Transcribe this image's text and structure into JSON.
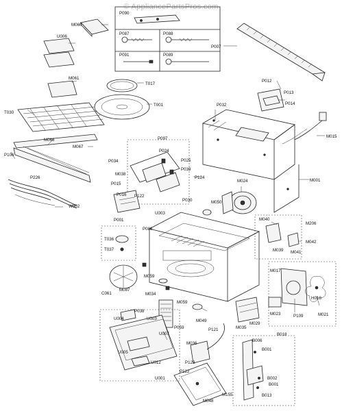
{
  "watermark": "© AppliancePartsPros.com",
  "labels": {
    "M060": "M060",
    "P090": "P090",
    "U006": "U006",
    "P087": "P087",
    "P088": "P088",
    "P091": "P091",
    "P089": "P089",
    "P007": "P007",
    "M061": "M061",
    "T017": "T017",
    "T001": "T001",
    "T030": "T030",
    "P012": "P012",
    "P013": "P013",
    "P014": "P014",
    "P032": "P032",
    "M015": "M015",
    "M068": "M068",
    "M067": "M067",
    "P106": "P106",
    "P226": "P226",
    "W002": "W002",
    "P097": "P097",
    "P024": "P024",
    "P034": "P034",
    "P025": "P025",
    "M038": "M038",
    "P039": "P039",
    "P124": "P124",
    "P015": "P015",
    "P016": "P016",
    "P122a": "P122",
    "P030": "P030",
    "M024": "M024",
    "M001": "M001",
    "M050": "M050",
    "U003a": "U003",
    "P001": "P001",
    "P086": "P086",
    "T036": "T036",
    "T037": "T037",
    "M040": "M040",
    "M206": "M206",
    "M039": "M039",
    "M042": "M042",
    "M041": "M041",
    "M017": "M017",
    "C061": "C061",
    "M087": "M087",
    "M059a": "M059",
    "M034": "M034",
    "M059b": "M059",
    "H018": "H018",
    "M021": "M021",
    "M049": "M049",
    "M023": "M023",
    "P109": "P109",
    "M029": "M029",
    "M035": "M035",
    "P038": "P038",
    "U004": "U004",
    "U003b": "U003",
    "P059": "P059",
    "P121": "P121",
    "U007": "U007",
    "B018": "B018",
    "M036": "M036",
    "B006": "B006",
    "B001a": "B001",
    "U005": "U005",
    "U012": "U012",
    "P123": "P123",
    "P122b": "P122",
    "U001": "U001",
    "B002": "B002",
    "B001b": "B001",
    "B013": "B013",
    "M048": "M048",
    "M155": "M155"
  }
}
